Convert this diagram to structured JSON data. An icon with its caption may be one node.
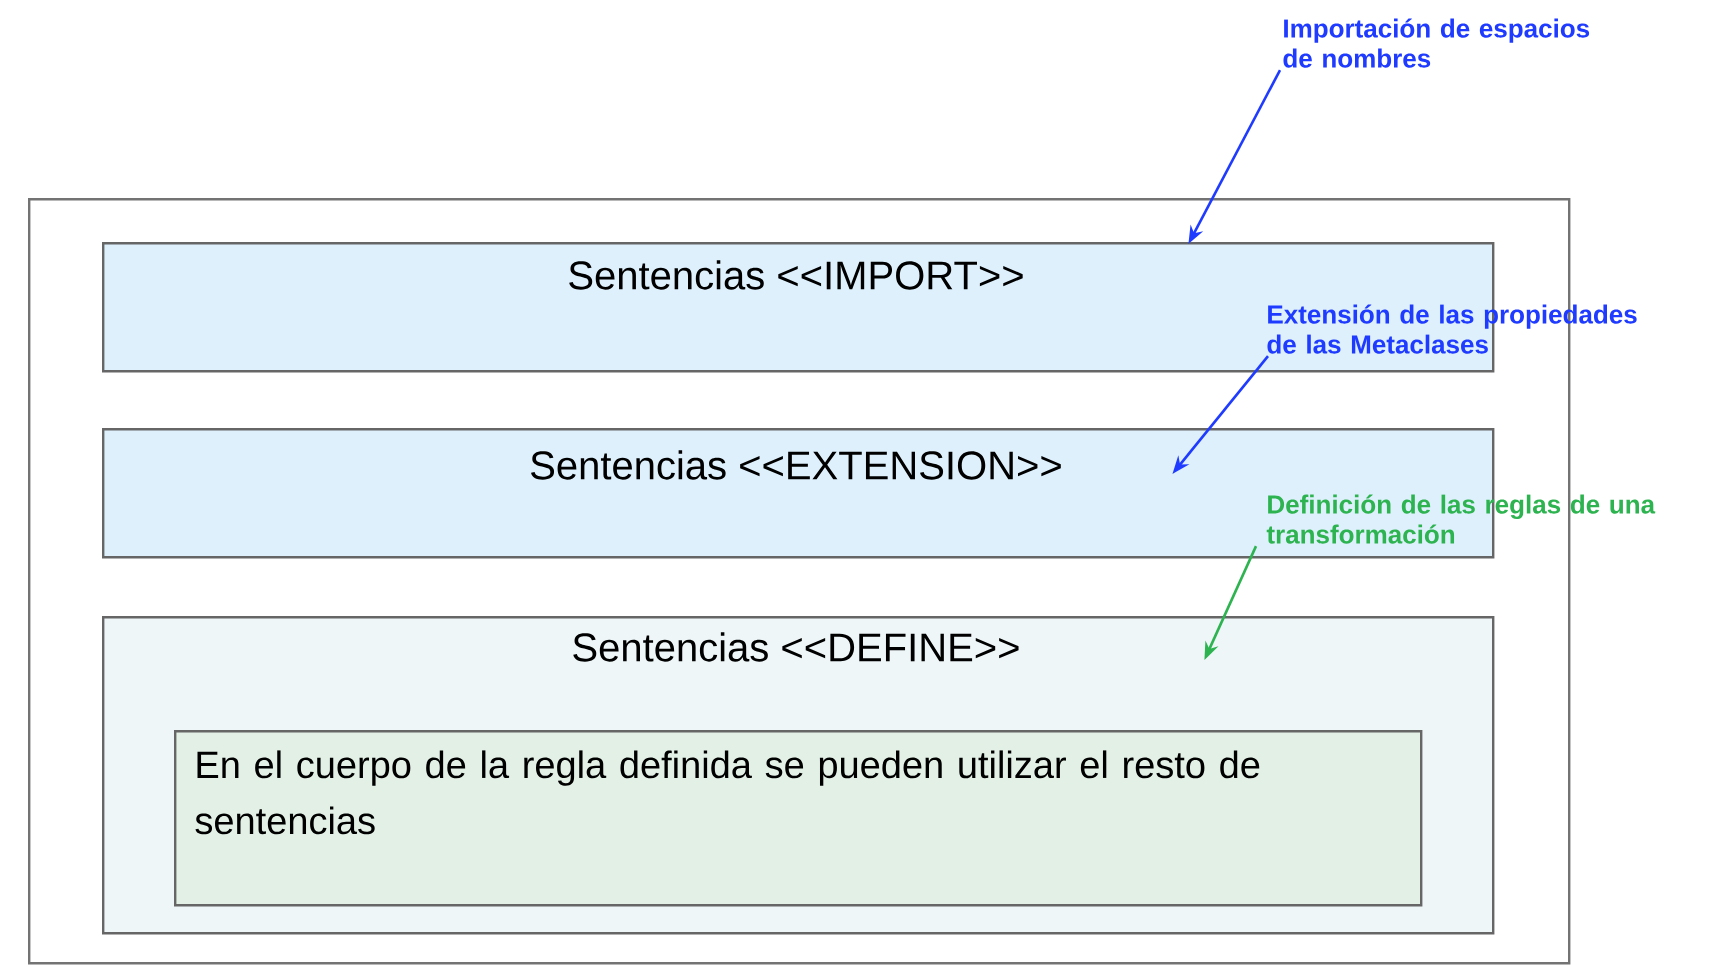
{
  "diagram": {
    "nodes": [
      {
        "text": [],
        "shape": "box"
      },
      {
        "text": [
          "Sentencias <<IMPORT>>"
        ],
        "in": 0
      },
      {
        "text": [
          "Sentencias <<EXTENSION>>"
        ],
        "in": 0
      },
      {
        "text": [
          "Sentencias <<DEFINE>>"
        ],
        "in": 0
      },
      {
        "text": [
          "En el cuerpo de la regla definida se pueden utilizar el resto de sentencias"
        ],
        "in": 3
      },
      {
        "text": [
          "Importación de espacios de nombres"
        ]
      },
      {
        "text": [
          "Extensión de las propiedades de las Metaclases"
        ]
      },
      {
        "text": [
          "Definición de las reglas de una transformación"
        ]
      }
    ],
    "edges": [
      {
        "from": 5,
        "to": 1,
        "arrow": "to"
      },
      {
        "from": 6,
        "to": 2,
        "arrow": "to"
      },
      {
        "from": 7,
        "to": 3,
        "arrow": "to",
        "color": "#2db34f"
      }
    ]
  }
}
